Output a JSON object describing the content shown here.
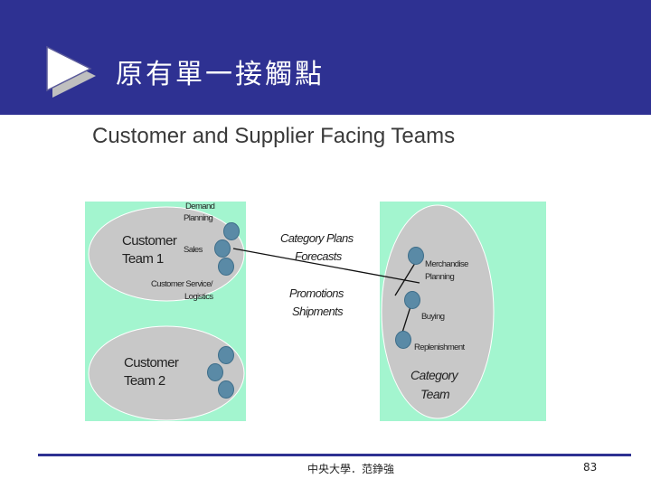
{
  "slide": {
    "title": "原有單一接觸點",
    "subtitle": "Customer and Supplier Facing Teams"
  },
  "diagram": {
    "customer_team_1": {
      "label_line1": "Customer",
      "label_line2": "Team 1",
      "roles": {
        "demand_planning": [
          "Demand",
          "Planning"
        ],
        "sales": "Sales",
        "customer_service": [
          "Customer Service/",
          "Logistics"
        ]
      }
    },
    "customer_team_2": {
      "label_line1": "Customer",
      "label_line2": "Team 2"
    },
    "flows": {
      "top": [
        "Category Plans",
        "Forecasts"
      ],
      "bottom": [
        "Promotions",
        "Shipments"
      ]
    },
    "category_team": {
      "label_line1": "Category",
      "label_line2": "Team",
      "roles": {
        "merchandise_planning": [
          "Merchandise",
          "Planning"
        ],
        "buying": "Buying",
        "replenishment": "Replenishment"
      }
    }
  },
  "footer": {
    "text": "中央大學．范錚強",
    "page_number": "83"
  },
  "colors": {
    "banner": "#2e3192",
    "panel": "#a3f5cf",
    "ellipse": "#c8c8c8",
    "node": "#5a8aa6"
  }
}
